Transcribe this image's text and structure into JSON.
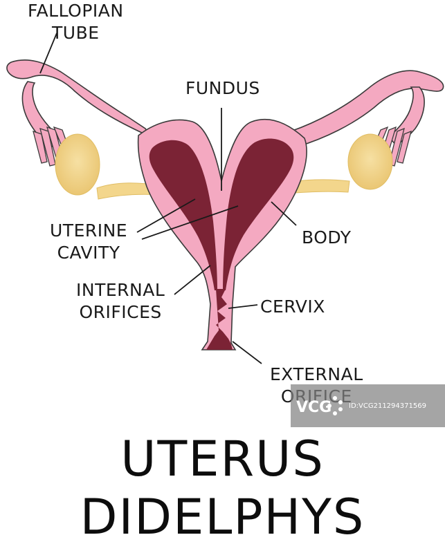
{
  "labels": {
    "fallopian_tube": [
      "FALLOPIAN",
      "TUBE"
    ],
    "fundus": "FUNDUS",
    "uterine_cavity": [
      "UTERINE",
      "CAVITY"
    ],
    "body": "BODY",
    "internal_orifices": [
      "INTERNAL",
      "ORIFICES"
    ],
    "cervix": "CERVIX",
    "external_orifice": [
      "EXTERNAL",
      "ORIFICE"
    ]
  },
  "title": [
    "UTERUS",
    "DIDELPHYS"
  ],
  "watermark": {
    "text": "ID:VCG211294371569",
    "logo_text": "VCG"
  },
  "colors": {
    "uterus_pink": "#f4a9c1",
    "outline": "#3a3a3a",
    "cavity": "#7b2335",
    "ovary_yellow": "#f3d68c",
    "watermark_bg": "#828282"
  }
}
